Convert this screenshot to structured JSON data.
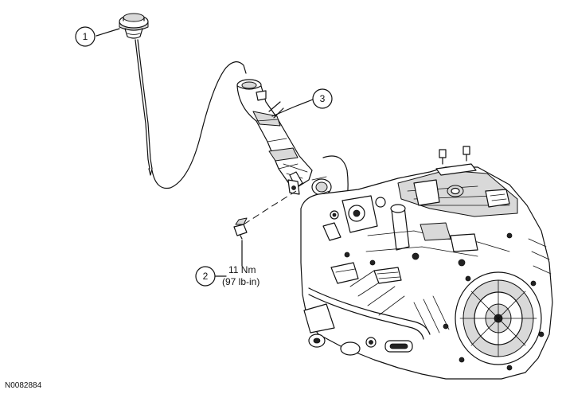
{
  "callouts": [
    {
      "number": "1"
    },
    {
      "number": "2"
    },
    {
      "number": "3"
    }
  ],
  "torque": {
    "metric": "11 Nm",
    "imperial": "(97 lb-in)"
  },
  "figure_id": "N0082884"
}
